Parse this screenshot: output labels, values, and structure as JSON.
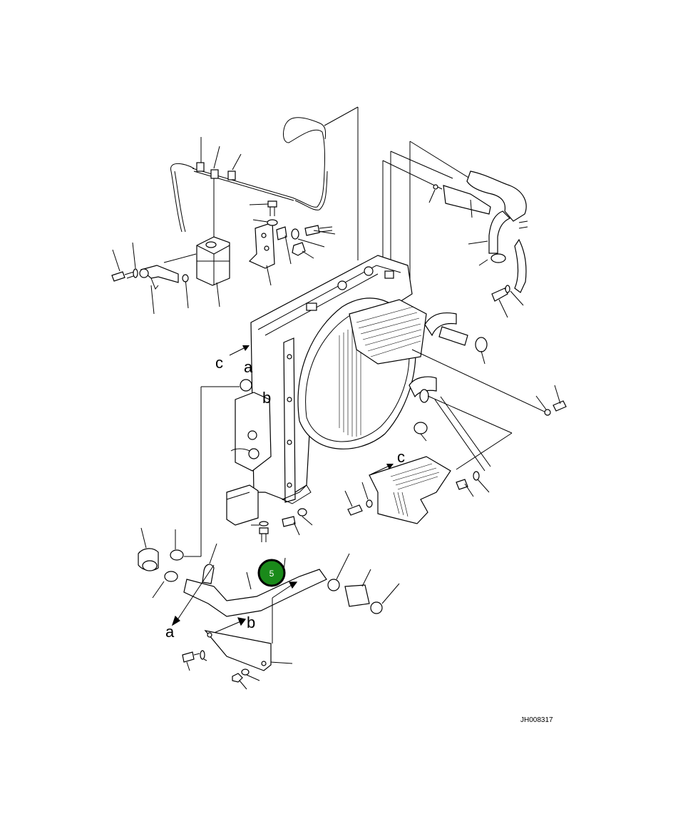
{
  "callout": {
    "number": "5",
    "color": "#1a8a1a"
  },
  "reference_letters": {
    "c_top": "c",
    "a_mid": "a",
    "b_mid": "b",
    "c_low": "c",
    "a_low": "a",
    "b_low": "b"
  },
  "drawing_code": "JH008317"
}
